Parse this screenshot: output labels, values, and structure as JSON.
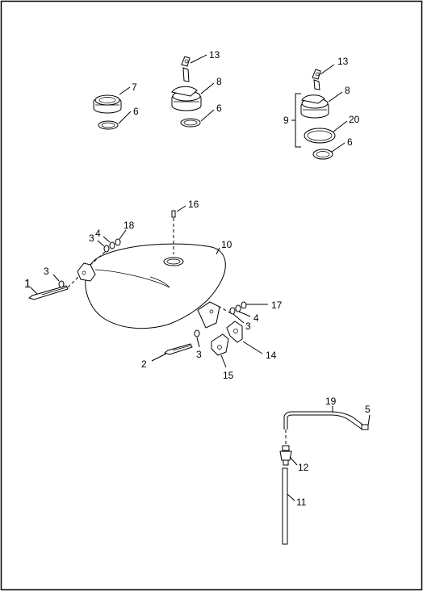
{
  "diagram": {
    "callouts": {
      "c1": "1",
      "c2": "2",
      "c3a": "3",
      "c3b": "3",
      "c3c": "3",
      "c3d": "3",
      "c4a": "4",
      "c4b": "4",
      "c5": "5",
      "c6a": "6",
      "c6b": "6",
      "c6c": "6",
      "c7": "7",
      "c8a": "8",
      "c8b": "8",
      "c9": "9",
      "c10": "10",
      "c11": "11",
      "c12": "12",
      "c13a": "13",
      "c13b": "13",
      "c14": "14",
      "c15": "15",
      "c16": "16",
      "c17": "17",
      "c18": "18",
      "c19": "19",
      "c20": "20"
    }
  }
}
